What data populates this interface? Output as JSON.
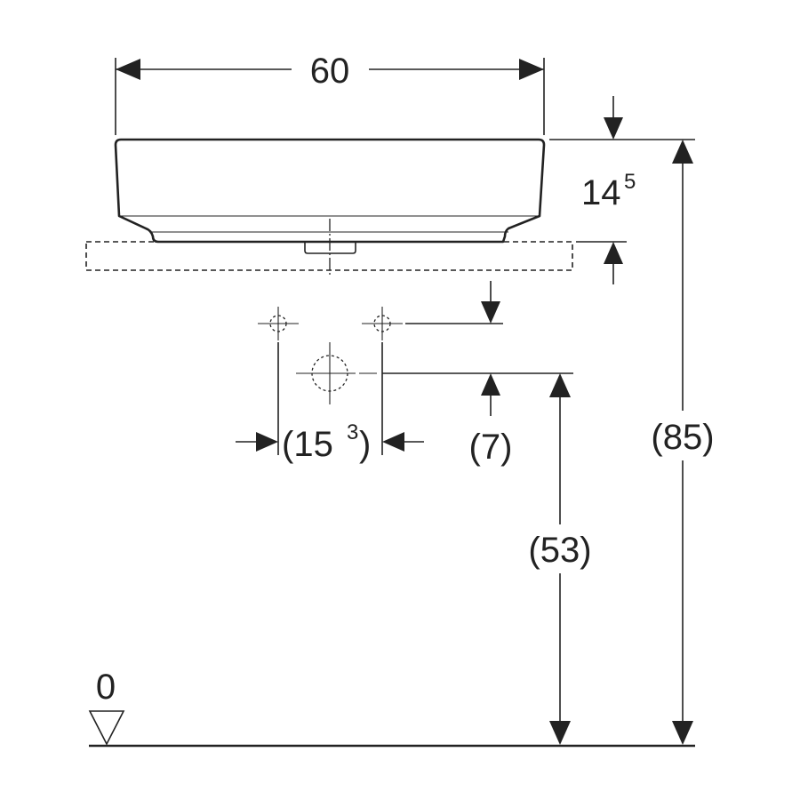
{
  "dimensions": {
    "width": "60",
    "rim_height_main": "14",
    "rim_height_sup": "5",
    "tap_spacing_open": "(15",
    "tap_spacing_sup": "3",
    "tap_spacing_close": ")",
    "waste_offset": "(7)",
    "waste_height": "(53)",
    "rim_total_height": "(85)",
    "floor_level": "0"
  },
  "colors": {
    "line": "#222222",
    "background": "#ffffff"
  }
}
